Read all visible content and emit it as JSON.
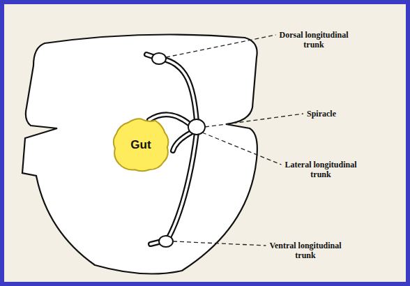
{
  "diagram": {
    "nodes": [
      {
        "text": [
          "Gut"
        ]
      }
    ],
    "labels": [
      "Dorsal longitudinal trunk",
      "Spiracle",
      "Lateral longitudinal trunk",
      "Ventral longitudinal trunk"
    ]
  }
}
